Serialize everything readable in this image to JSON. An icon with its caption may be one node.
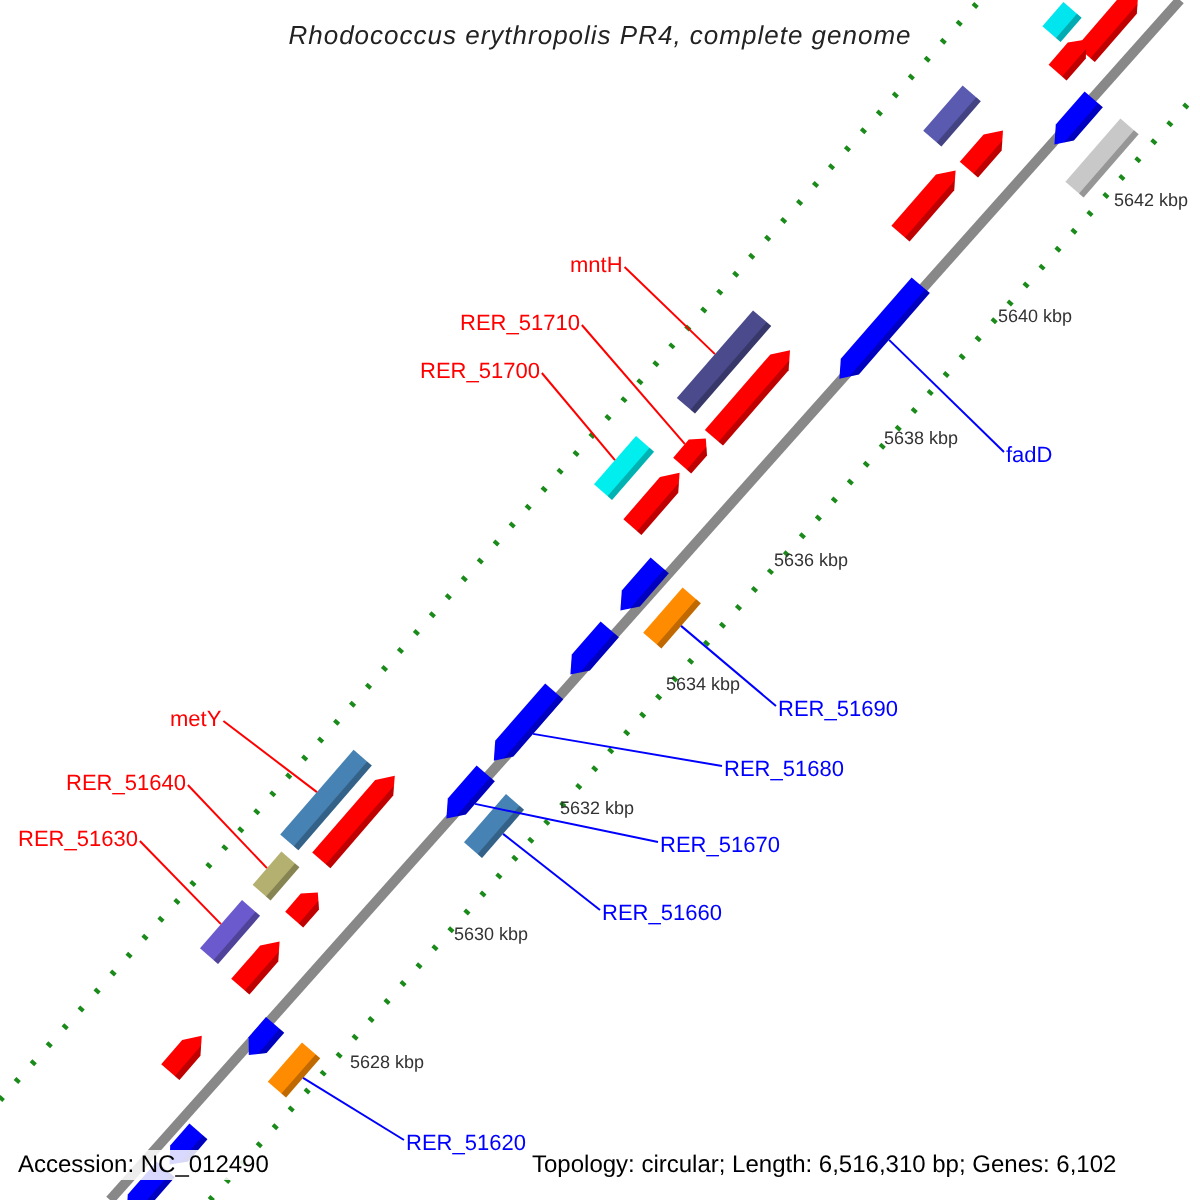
{
  "diagram": {
    "title": "Rhodococcus erythropolis PR4, complete genome",
    "nodes": [
      {
        "text": [
          "mntH"
        ]
      },
      {
        "text": [],
        "shape": "bar"
      },
      {
        "text": [
          "RER_51710"
        ]
      },
      {
        "text": [],
        "shape": "pentagon"
      },
      {
        "text": [
          "RER_51700"
        ]
      },
      {
        "text": [],
        "shape": "bar"
      },
      {
        "text": [
          "fadD"
        ]
      },
      {
        "text": [],
        "shape": "pentagon"
      },
      {
        "text": [
          "RER_51690"
        ]
      },
      {
        "text": [],
        "shape": "bar"
      },
      {
        "text": [
          "RER_51680"
        ]
      },
      {
        "text": [],
        "shape": "pentagon"
      },
      {
        "text": [
          "metY"
        ]
      },
      {
        "text": [],
        "shape": "bar"
      },
      {
        "text": [
          "RER_51640"
        ]
      },
      {
        "text": [],
        "shape": "bar"
      },
      {
        "text": [
          "RER_51670"
        ]
      },
      {
        "text": [],
        "shape": "pentagon"
      },
      {
        "text": [
          "RER_51630"
        ]
      },
      {
        "text": [],
        "shape": "bar"
      },
      {
        "text": [
          "RER_51660"
        ]
      },
      {
        "text": [],
        "shape": "bar"
      },
      {
        "text": [
          "RER_51620"
        ]
      },
      {
        "text": [],
        "shape": "bar"
      },
      {
        "text": [],
        "shape": "bar"
      },
      {
        "text": [],
        "shape": "pentagon"
      },
      {
        "text": [],
        "shape": "pentagon"
      },
      {
        "text": [],
        "shape": "bar"
      },
      {
        "text": [],
        "shape": "pentagon"
      },
      {
        "text": [],
        "shape": "pentagon"
      },
      {
        "text": [],
        "shape": "pentagon"
      },
      {
        "text": [],
        "shape": "bar"
      },
      {
        "text": [],
        "shape": "pentagon"
      },
      {
        "text": [],
        "shape": "pentagon"
      },
      {
        "text": [],
        "shape": "pentagon"
      },
      {
        "text": [],
        "shape": "pentagon"
      },
      {
        "text": [],
        "shape": "pentagon"
      },
      {
        "text": [],
        "shape": "pentagon"
      },
      {
        "text": [],
        "shape": "pentagon"
      },
      {
        "text": [],
        "shape": "pentagon"
      },
      {
        "text": [],
        "shape": "pentagon"
      },
      {
        "text": [],
        "shape": "pentagon"
      },
      {
        "text": [],
        "shape": "pentagon"
      }
    ],
    "edges": [
      {
        "from": 0,
        "to": 1,
        "arrow": "none"
      },
      {
        "from": 2,
        "to": 3,
        "arrow": "none"
      },
      {
        "from": 4,
        "to": 5,
        "arrow": "none"
      },
      {
        "from": 6,
        "to": 7,
        "arrow": "none",
        "color": "#0000ff"
      },
      {
        "from": 8,
        "to": 9,
        "arrow": "none",
        "color": "#0000ff"
      },
      {
        "from": 10,
        "to": 11,
        "arrow": "none",
        "color": "#0000ff"
      },
      {
        "from": 12,
        "to": 13,
        "arrow": "none"
      },
      {
        "from": 14,
        "to": 15,
        "arrow": "none"
      },
      {
        "from": 16,
        "to": 17,
        "arrow": "none",
        "color": "#0000ff"
      },
      {
        "from": 18,
        "to": 19,
        "arrow": "none"
      },
      {
        "from": 20,
        "to": 21,
        "arrow": "none",
        "color": "#0000ff"
      },
      {
        "from": 22,
        "to": 23,
        "arrow": "none",
        "color": "#0000ff"
      }
    ],
    "labels": [
      "5642 kbp",
      "5640 kbp",
      "5638 kbp",
      "5636 kbp",
      "5634 kbp",
      "5632 kbp",
      "5630 kbp",
      "5628 kbp",
      "Accession: NC_012490",
      "Topology: circular; Length: 6,516,310 bp; Genes: 6,102"
    ]
  }
}
